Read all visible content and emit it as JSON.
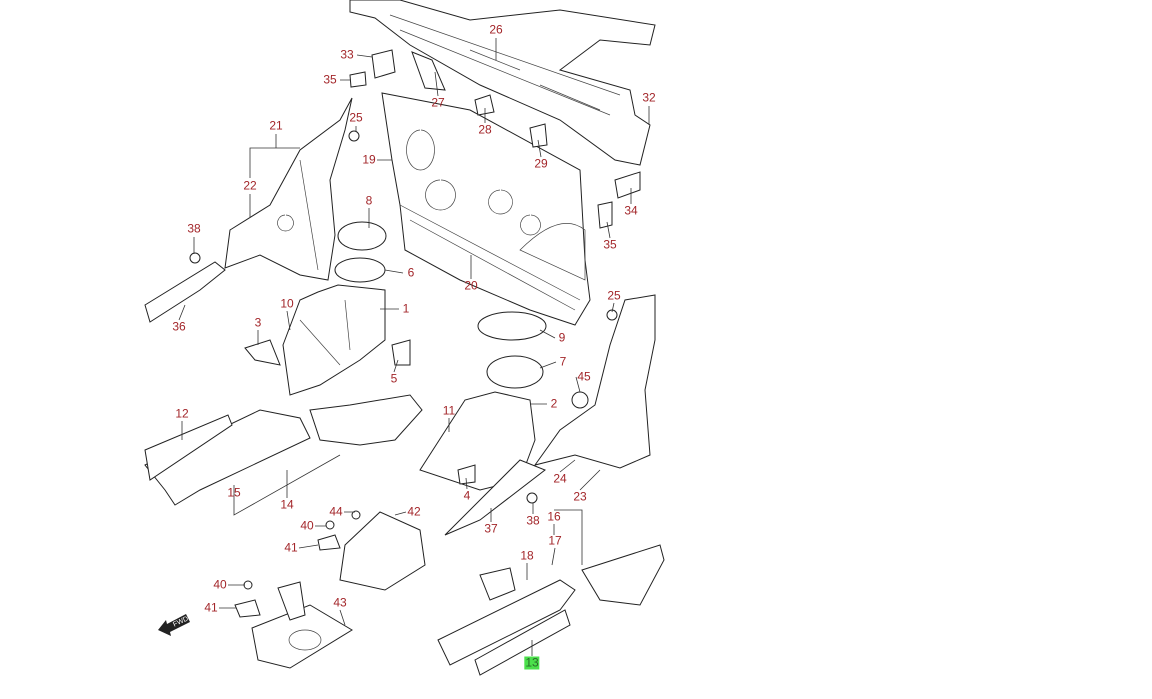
{
  "diagram": {
    "labels": [
      "26",
      "33",
      "35",
      "27",
      "28",
      "32",
      "25",
      "21",
      "19",
      "29",
      "22",
      "34",
      "8",
      "38",
      "35",
      "6",
      "20",
      "10",
      "1",
      "25",
      "3",
      "36",
      "9",
      "7",
      "5",
      "45",
      "12",
      "11",
      "2",
      "15",
      "14",
      "4",
      "24",
      "23",
      "44",
      "42",
      "40",
      "38",
      "16",
      "37",
      "41",
      "17",
      "18",
      "40",
      "43",
      "41",
      "13"
    ],
    "highlighted_label": "13",
    "fwd_arrow_text": "FWD",
    "colors": {
      "label": "#a3262a",
      "highlight": "#4be04b",
      "line": "#222222"
    }
  }
}
